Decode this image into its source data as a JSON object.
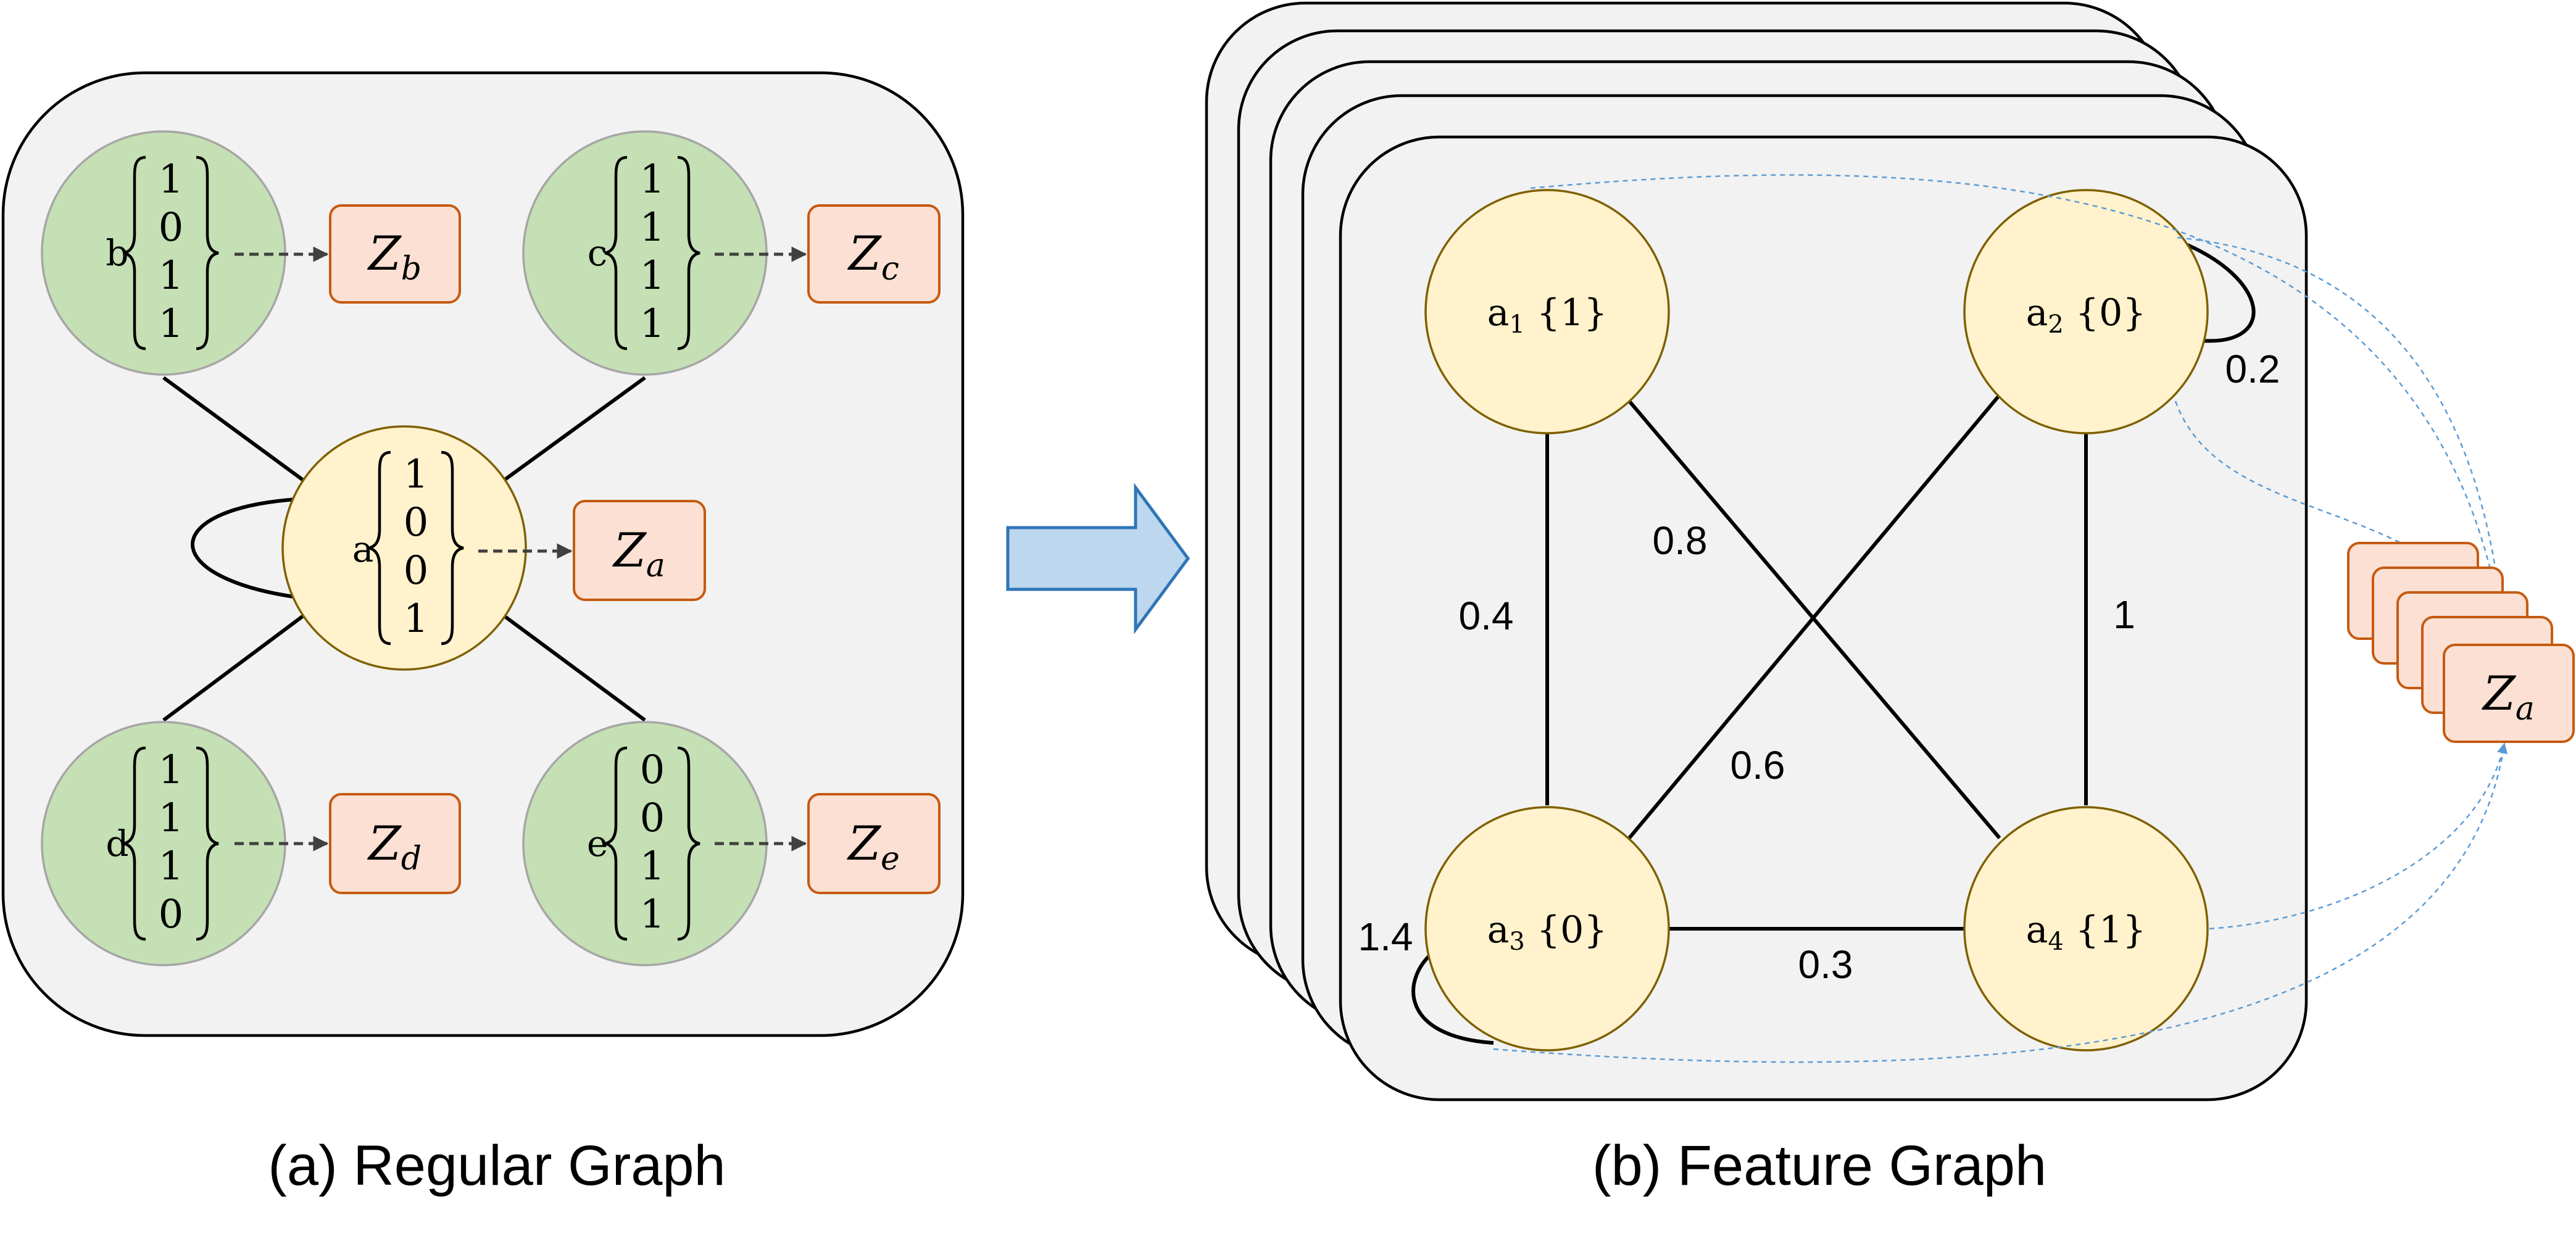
{
  "regular_graph": {
    "caption": "(a) Regular Graph",
    "nodes": [
      {
        "id": "a",
        "name": "a",
        "vector": [
          "1",
          "0",
          "0",
          "1"
        ],
        "output": "Z",
        "output_sub": "a"
      },
      {
        "id": "b",
        "name": "b",
        "vector": [
          "1",
          "0",
          "1",
          "1"
        ],
        "output": "Z",
        "output_sub": "b"
      },
      {
        "id": "c",
        "name": "c",
        "vector": [
          "1",
          "1",
          "1",
          "1"
        ],
        "output": "Z",
        "output_sub": "c"
      },
      {
        "id": "d",
        "name": "d",
        "vector": [
          "1",
          "1",
          "1",
          "0"
        ],
        "output": "Z",
        "output_sub": "d"
      },
      {
        "id": "e",
        "name": "e",
        "vector": [
          "0",
          "0",
          "1",
          "1"
        ],
        "output": "Z",
        "output_sub": "e"
      }
    ]
  },
  "feature_graph": {
    "caption": "(b) Feature Graph",
    "nodes": [
      {
        "id": "a1",
        "name": "a",
        "sub": "1",
        "value": "{1}"
      },
      {
        "id": "a2",
        "name": "a",
        "sub": "2",
        "value": "{0}"
      },
      {
        "id": "a3",
        "name": "a",
        "sub": "3",
        "value": "{0}"
      },
      {
        "id": "a4",
        "name": "a",
        "sub": "4",
        "value": "{1}"
      }
    ],
    "edges": [
      {
        "from": "a1",
        "to": "a3",
        "weight": "0.4"
      },
      {
        "from": "a1",
        "to": "a4",
        "weight": "0.8"
      },
      {
        "from": "a2",
        "to": "a3",
        "weight": "0.6"
      },
      {
        "from": "a2",
        "to": "a4",
        "weight": "1"
      },
      {
        "from": "a3",
        "to": "a4",
        "weight": "0.3"
      },
      {
        "from": "a2",
        "to": "a2",
        "weight": "0.2"
      },
      {
        "from": "a3",
        "to": "a3",
        "weight": "1.4"
      }
    ],
    "output": "Z",
    "output_sub": "a"
  },
  "colors": {
    "panel_fill": "#f2f2f2",
    "green_node": "#c5e0b4",
    "yellow_node": "#fff2cc",
    "output_box": "#fbe0d3",
    "output_border": "#c55a11",
    "arrow_fill": "#bdd7ee",
    "arrow_stroke": "#2e75b6",
    "aggregation_dash": "#5b9bd5"
  }
}
